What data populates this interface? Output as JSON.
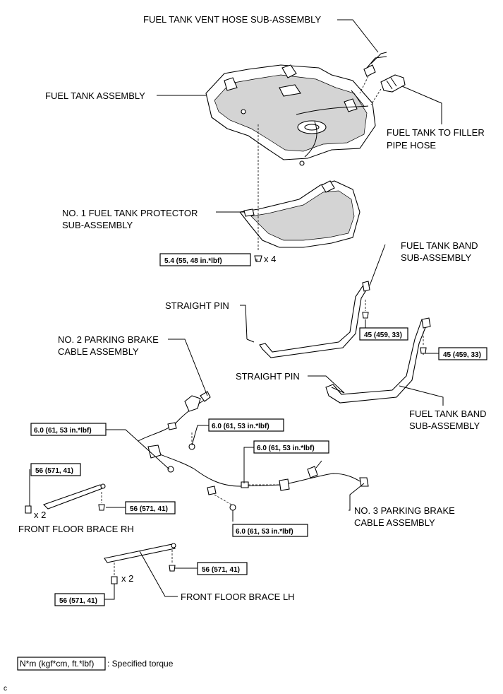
{
  "labels": {
    "vent_hose": "FUEL TANK VENT HOSE SUB-ASSEMBLY",
    "tank_assembly": "FUEL TANK ASSEMBLY",
    "filler_hose_1": "FUEL TANK TO FILLER",
    "filler_hose_2": "PIPE HOSE",
    "protector_1": "NO. 1 FUEL TANK PROTECTOR",
    "protector_2": "SUB-ASSEMBLY",
    "band_upper_1": "FUEL TANK BAND",
    "band_upper_2": "SUB-ASSEMBLY",
    "straight_pin_upper": "STRAIGHT PIN",
    "pb_cable2_1": "NO. 2 PARKING BRAKE",
    "pb_cable2_2": "CABLE ASSEMBLY",
    "straight_pin_lower": "STRAIGHT PIN",
    "band_lower_1": "FUEL TANK BAND",
    "band_lower_2": "SUB-ASSEMBLY",
    "pb_cable3_1": "NO. 3 PARKING BRAKE",
    "pb_cable3_2": "CABLE ASSEMBLY",
    "brace_rh": "FRONT FLOOR BRACE RH",
    "brace_lh": "FRONT FLOOR BRACE LH"
  },
  "torques": {
    "protector_bolt": "5.4 (55, 48 in.*lbf)",
    "band_upper_bolt": "45 (459, 33)",
    "band_lower_bolt": "45 (459, 33)",
    "cable_upper_left": "6.0 (61, 53 in.*lbf)",
    "cable_upper_mid": "6.0 (61, 53 in.*lbf)",
    "cable_right": "6.0 (61, 53 in.*lbf)",
    "cable_bottom": "6.0 (61, 53 in.*lbf)",
    "brace_rh_nut": "56 (571, 41)",
    "brace_rh_bolt": "56 (571, 41)",
    "brace_lh_bolt": "56 (571, 41)",
    "brace_lh_nut": "56 (571, 41)"
  },
  "quantities": {
    "protector_qty": "x 4",
    "brace_rh_qty": "x 2",
    "brace_lh_qty": "x 2"
  },
  "legend": {
    "unit_box": "N*m (kgf*cm, ft.*lbf)",
    "description": ": Specified torque"
  },
  "corner_mark": "c"
}
